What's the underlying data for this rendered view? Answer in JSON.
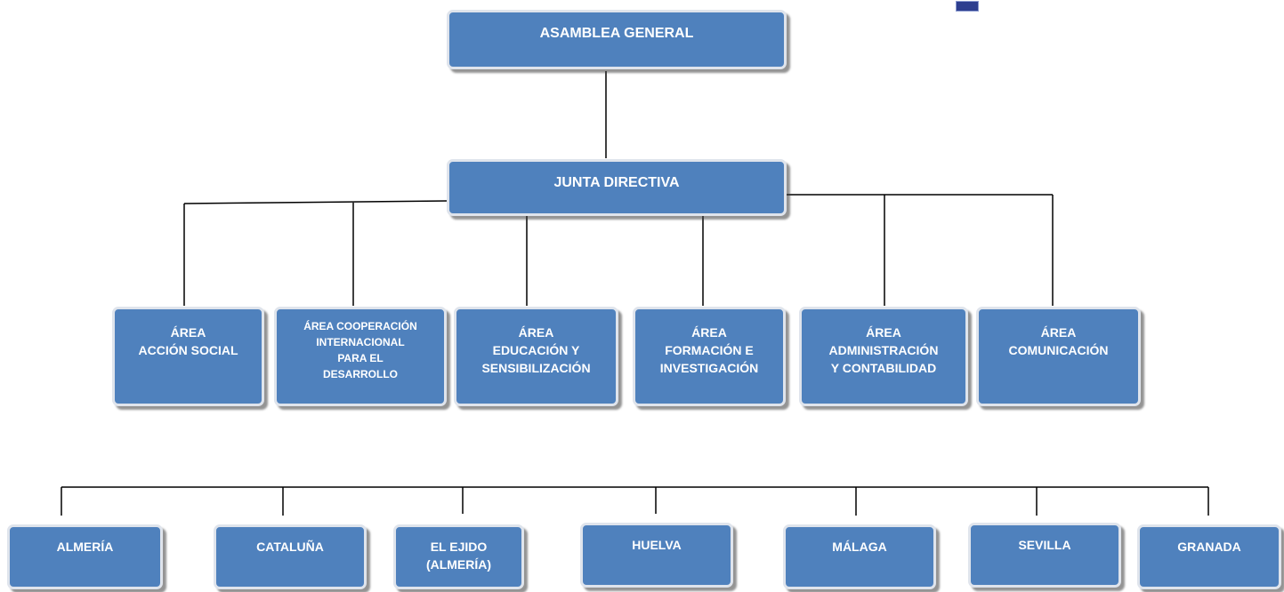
{
  "top": {
    "assembly": "ASAMBLEA GENERAL",
    "board": "JUNTA DIRECTIVA"
  },
  "areas": [
    "ÁREA\nACCIÓN SOCIAL",
    "ÁREA COOPERACIÓN\nINTERNACIONAL\nPARA EL\nDESARROLLO",
    "ÁREA\nEDUCACIÓN Y\nSENSIBILIZACIÓN",
    "ÁREA\nFORMACIÓN E\nINVESTIGACIÓN",
    "ÁREA\nADMINISTRACIÓN\nY CONTABILIDAD",
    "ÁREA\nCOMUNICACIÓN"
  ],
  "branches": [
    "ALMERÍA",
    "CATALUÑA",
    "EL EJIDO\n(ALMERÍA)",
    "HUELVA",
    "MÁLAGA",
    "SEVILLA",
    "GRANADA"
  ],
  "logo": {
    "icon": "organization-logo-icon",
    "text": "‎"
  },
  "colors": {
    "box_fill": "#4f81bd",
    "box_border": "#dfe4ec",
    "box_text": "#ffffff",
    "connector": "#000000"
  }
}
